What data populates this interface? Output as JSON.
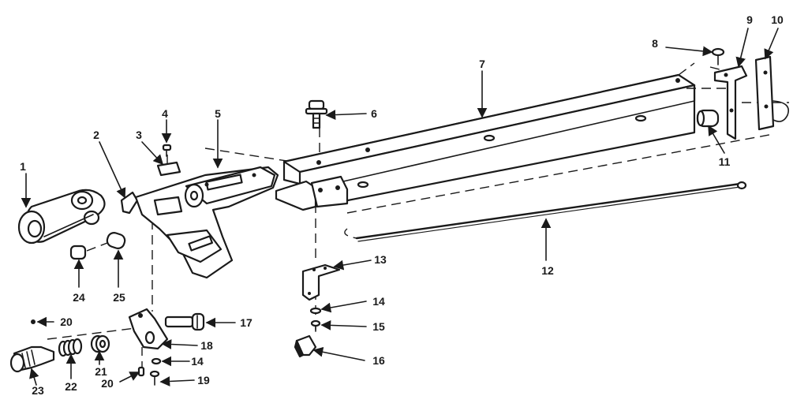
{
  "callouts": {
    "c1": "1",
    "c2": "2",
    "c3": "3",
    "c4": "4",
    "c5": "5",
    "c6": "6",
    "c7": "7",
    "c8": "8",
    "c9": "9",
    "c10": "10",
    "c11": "11",
    "c12": "12",
    "c13": "13",
    "c14a": "14",
    "c14b": "14",
    "c15": "15",
    "c16": "16",
    "c17": "17",
    "c18": "18",
    "c19": "19",
    "c20a": "20",
    "c20b": "20",
    "c21": "21",
    "c22": "22",
    "c23": "23",
    "c24": "24",
    "c25": "25"
  },
  "colors": {
    "ink": "#1a1a1a",
    "paper": "#ffffff"
  }
}
